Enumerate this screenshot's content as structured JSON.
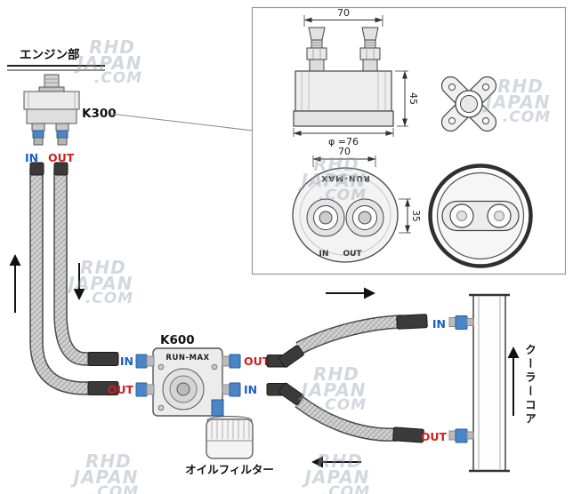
{
  "main": {
    "engine_label": "エンジン部",
    "k300_label": "K300",
    "k300_in": "IN",
    "k300_out": "OUT",
    "k600_label": "K600",
    "k600_brand": "RUN-MAX",
    "k600_left_in": "IN",
    "k600_left_out": "OUT",
    "k600_right_out": "OUT",
    "k600_right_in": "IN",
    "oil_filter_label": "オイルフィルター",
    "cooler_label": "クーラーコア",
    "cooler_in": "IN",
    "cooler_out": "OUT"
  },
  "inset": {
    "dim_width_top": "70",
    "dim_height_side": "45",
    "dim_diameter": "φ =76",
    "dim_width_bottom": "70",
    "dim_height_bottom": "35",
    "brand_bottom_view": "RUN-MAX",
    "bottom_in": "IN",
    "bottom_out": "OUT"
  },
  "watermark": {
    "lines": [
      "RHD",
      "JAPAN",
      ".COM"
    ]
  },
  "colors": {
    "in_label": "#1a5fc8",
    "out_label": "#d02020",
    "fitting_blue": "#4a85c8",
    "hose_dark": "#3a3a3a"
  }
}
